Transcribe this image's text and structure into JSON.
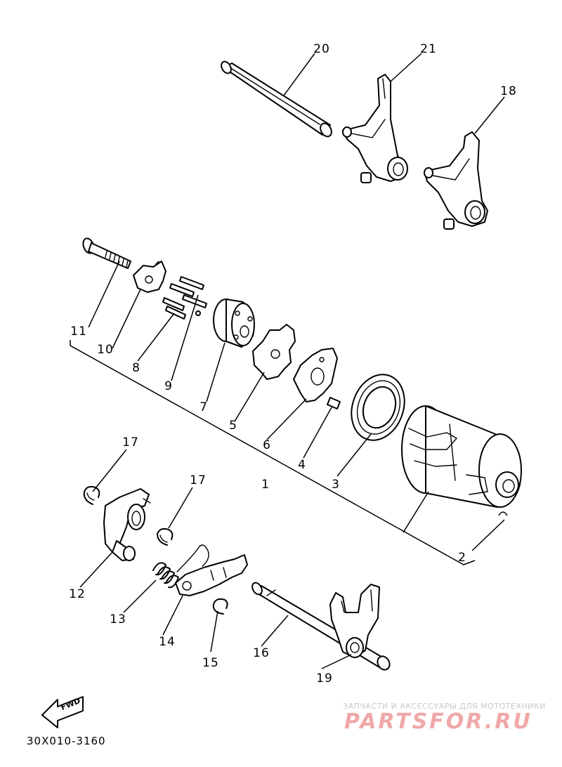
{
  "diagram": {
    "catalog_code": "30X010-3160",
    "fwd_arrow_text": "FWD",
    "watermark": {
      "tagline": "ЗАПЧАСТИ И АКСЕССУАРЫ ДЛЯ МОТОТЕХНИКИ",
      "logo": "PARTSFOR.RU"
    },
    "parts": [
      {
        "id": "part-1",
        "number": "1"
      },
      {
        "id": "part-2",
        "number": "2"
      },
      {
        "id": "part-3",
        "number": "3"
      },
      {
        "id": "part-4",
        "number": "4"
      },
      {
        "id": "part-5",
        "number": "5"
      },
      {
        "id": "part-6",
        "number": "6"
      },
      {
        "id": "part-7",
        "number": "7"
      },
      {
        "id": "part-8",
        "number": "8"
      },
      {
        "id": "part-9",
        "number": "9"
      },
      {
        "id": "part-10",
        "number": "10"
      },
      {
        "id": "part-11",
        "number": "11"
      },
      {
        "id": "part-12",
        "number": "12"
      },
      {
        "id": "part-13",
        "number": "13"
      },
      {
        "id": "part-14",
        "number": "14"
      },
      {
        "id": "part-15",
        "number": "15"
      },
      {
        "id": "part-16",
        "number": "16"
      },
      {
        "id": "part-17a",
        "number": "17"
      },
      {
        "id": "part-17b",
        "number": "17"
      },
      {
        "id": "part-18",
        "number": "18"
      },
      {
        "id": "part-19",
        "number": "19"
      },
      {
        "id": "part-20",
        "number": "20"
      },
      {
        "id": "part-21",
        "number": "21"
      }
    ]
  }
}
